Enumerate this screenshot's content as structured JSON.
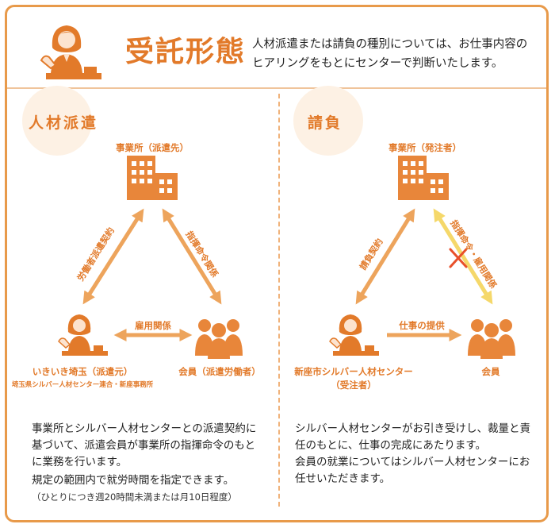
{
  "header": {
    "title": "受託形態",
    "description": [
      "人材派遣または請負の種別については、お仕事内容の",
      "ヒアリングをもとにセンターで判断いたします。"
    ]
  },
  "left": {
    "section_label": "人材派遣",
    "top_node": "事業所（派遣先）",
    "arrow_left_label": "労働者派遣契約",
    "arrow_right_label": "指揮命令関係",
    "arrow_bottom_label": "雇用関係",
    "bottom_left_node": "いきいき埼玉（派遣元）",
    "bottom_left_sub": "埼玉県シルバー人材センター連合・新座事務所",
    "bottom_right_node": "会員（派遣労働者）",
    "body": [
      "事業所とシルバー人材センターとの派遣契約に",
      "基づいて、派遣会員が事業所の指揮命令のもと",
      "に業務を行います。",
      "規定の範囲内で就労時間を指定できます。"
    ],
    "note": "（ひとりにつき週20時間未満または月10日程度）"
  },
  "right": {
    "section_label": "請負",
    "top_node": "事業所（発注者）",
    "arrow_left_label": "請負契約",
    "arrow_right_label": "指揮命令・雇用関係",
    "arrow_bottom_label": "仕事の提供",
    "bottom_left_node": "新座市シルバー人材センター",
    "bottom_left_sub": "（受注者）",
    "bottom_right_node": "会員",
    "body": [
      "シルバー人材センターがお引き受けし、裁量と責",
      "任のもとに、仕事の完成にあたります。",
      "会員の就業についてはシルバー人材センターにお",
      "任せいただきます。"
    ]
  },
  "colors": {
    "accent": "#e27a2a",
    "arrow": "#eda45c",
    "crossed_arrow": "#f5d86a",
    "cross": "#e8502a",
    "border": "#e89a4a"
  },
  "icons": {
    "header": "person-at-desk-icon",
    "company": "building-icon",
    "agency": "person-at-desk-icon",
    "members": "group-icon",
    "forbidden": "cross-icon"
  }
}
